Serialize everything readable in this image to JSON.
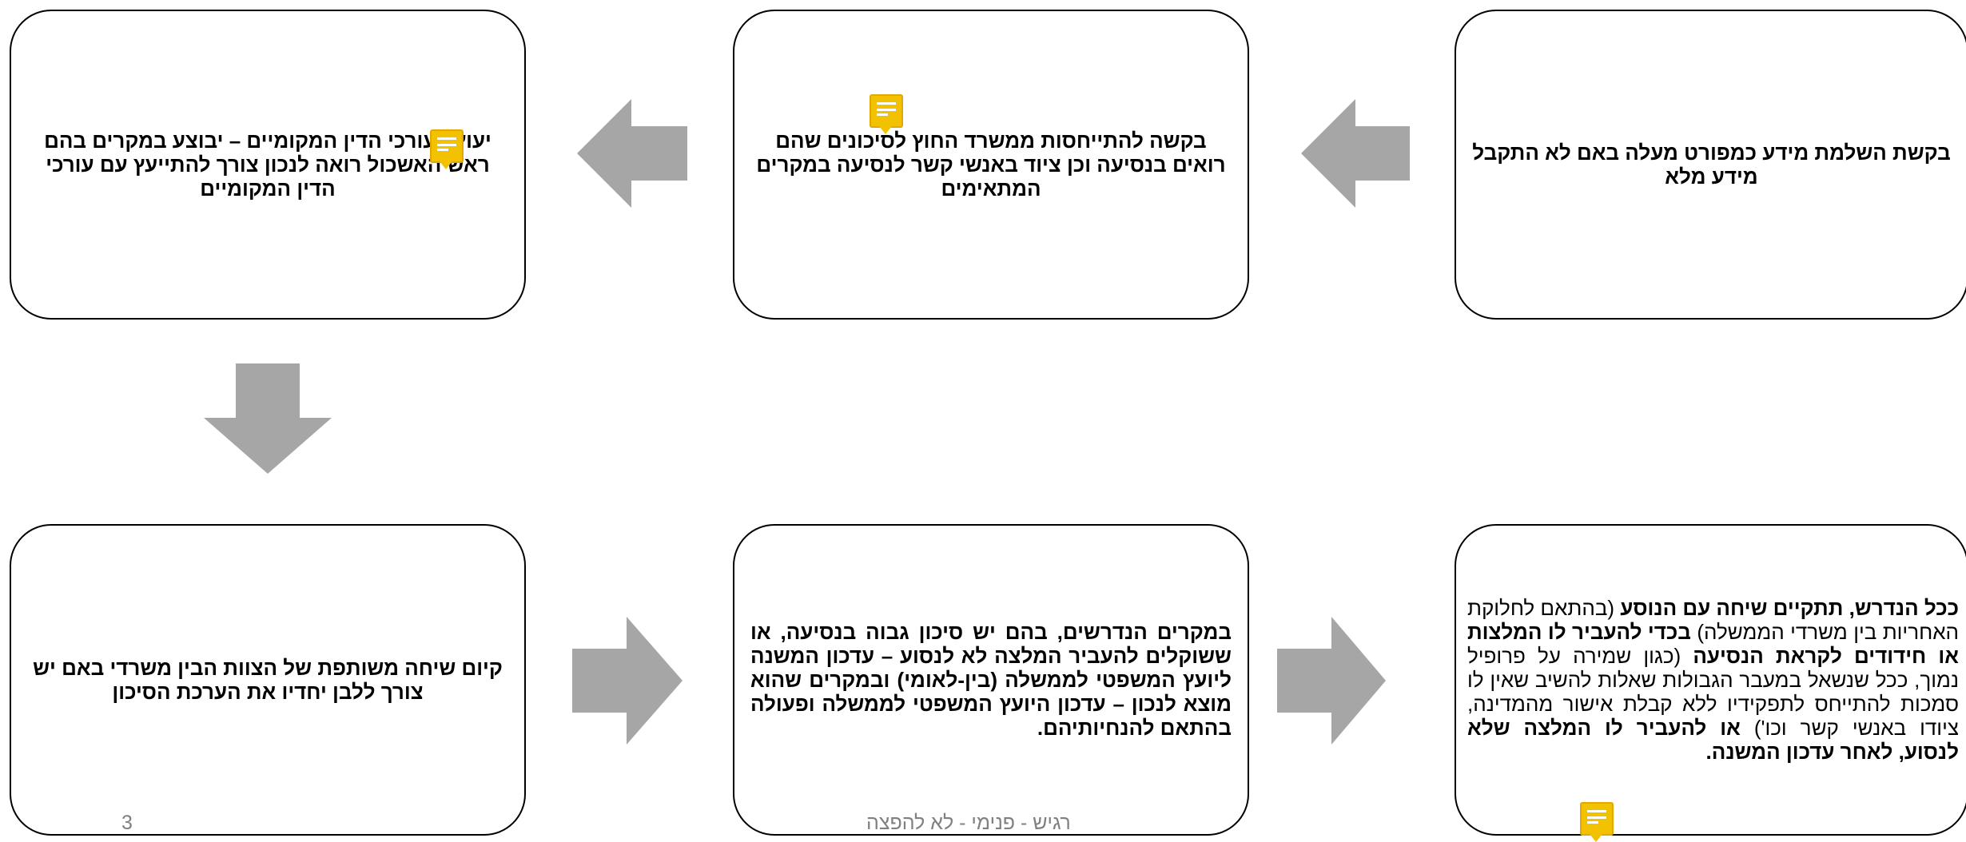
{
  "boxes": {
    "top_right": "בקשת השלמת מידע כמפורט מעלה באם לא התקבל מידע מלא",
    "top_middle": "בקשה להתייחסות ממשרד החוץ לסיכונים שהם רואים בנסיעה וכן ציוד באנשי קשר לנסיעה במקרים המתאימים",
    "top_left": "יעוץ בעורכי הדין המקומיים – יבוצע במקרים בהם ראש האשכול רואה לנכון צורך להתייעץ עם עורכי הדין המקומיים",
    "bottom_left": "קיום שיחה משותפת של הצוות הבין משרדי באם יש צורך ללבן יחדיו את הערכת הסיכון",
    "bottom_middle": "במקרים הנדרשים, בהם יש סיכון גבוה בנסיעה, או ששוקלים להעביר המלצה לא לנסוע – עדכון המשנה ליועץ המשפטי לממשלה (בין-לאומי) ובמקרים שהוא מוצא לנכון – עדכון היועץ המשפטי לממשלה ופעולה בהתאם להנחיותיהם.",
    "bottom_right": {
      "p1": "ככל הנדרש, תתקיים שיחה עם הנוסע",
      "p2": " (בהתאם לחלוקת האחריות בין משרדי הממשלה) ",
      "p3": "בכדי להעביר לו המלצות או חידודים לקראת הנסיעה",
      "p4": " (כגון שמירה על פרופיל נמוך, ככל שנשאל במעבר הגבולות שאלות להשיב שאין לו סמכות להתייחס לתפקידיו ללא קבלת אישור מהמדינה, ציודו באנשי קשר וכו') ",
      "p5": "או להעביר לו המלצה שלא לנסוע, לאחר עדכון המשנה."
    }
  },
  "footer": {
    "page_number": "3",
    "classification": "רגיש - פנימי - לא להפצה"
  },
  "colors": {
    "arrow": "#a6a6a6",
    "note": "#f2c200",
    "footer_text": "#808080"
  },
  "icons": [
    "comment-note-icon"
  ]
}
